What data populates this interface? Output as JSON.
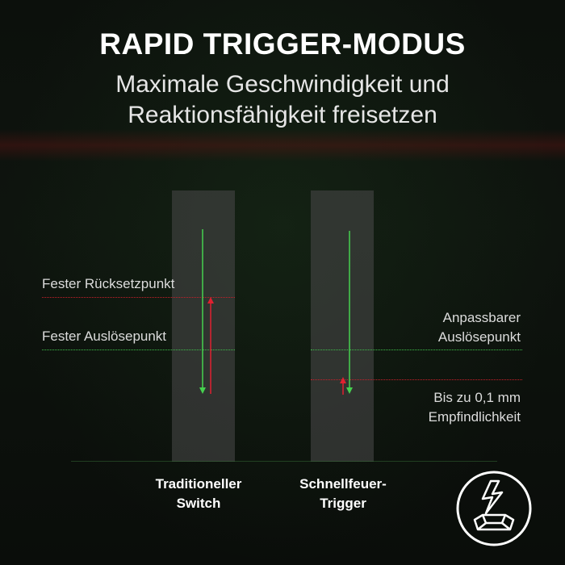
{
  "header": {
    "title": "RAPID TRIGGER-MODUS",
    "subtitle_line1": "Maximale Geschwindigkeit und",
    "subtitle_line2": "Reaktionsfähigkeit freisetzen"
  },
  "left_diagram": {
    "reset_label": "Fester Rücksetzpunkt",
    "actuation_label": "Fester Auslösepunkt",
    "caption_line1": "Traditioneller",
    "caption_line2": "Switch"
  },
  "right_diagram": {
    "actuation_label_line1": "Anpassbarer",
    "actuation_label_line2": "Auslösepunkt",
    "sensitivity_label_line1": "Bis zu 0,1 mm",
    "sensitivity_label_line2": "Empfindlichkeit",
    "caption_line1": "Schnellfeuer-",
    "caption_line2": "Trigger"
  },
  "colors": {
    "reset_line": "#c8202a",
    "actuation_line": "#3fbf4a",
    "press_arrow": "#46d14f",
    "release_arrow": "#e02030"
  },
  "icons": {
    "badge": "keycap-lightning-icon"
  }
}
